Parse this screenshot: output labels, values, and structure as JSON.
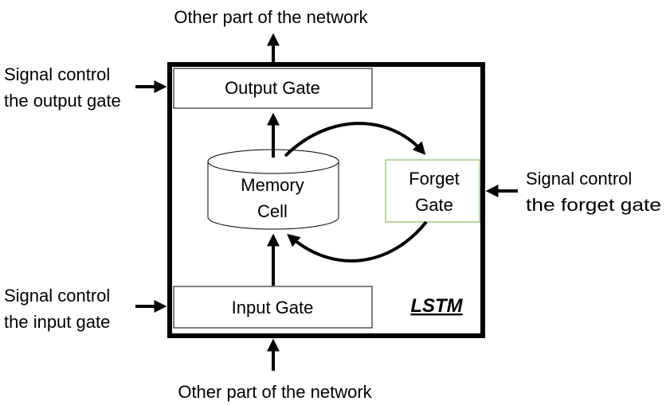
{
  "top_label": "Other part of the network",
  "bottom_label": "Other part of the network",
  "output_gate": {
    "label": "Output Gate",
    "signal_line1": "Signal control",
    "signal_line2": "the output gate"
  },
  "input_gate": {
    "label": "Input Gate",
    "signal_line1": "Signal control",
    "signal_line2": "the input gate"
  },
  "forget_gate": {
    "label_line1": "Forget",
    "label_line2": "Gate",
    "signal_line1": "Signal control",
    "signal_line2": "the forget gate",
    "border_color": "#70ad47"
  },
  "memory_cell": {
    "label_line1": "Memory",
    "label_line2": "Cell"
  },
  "block_label": "LSTM"
}
